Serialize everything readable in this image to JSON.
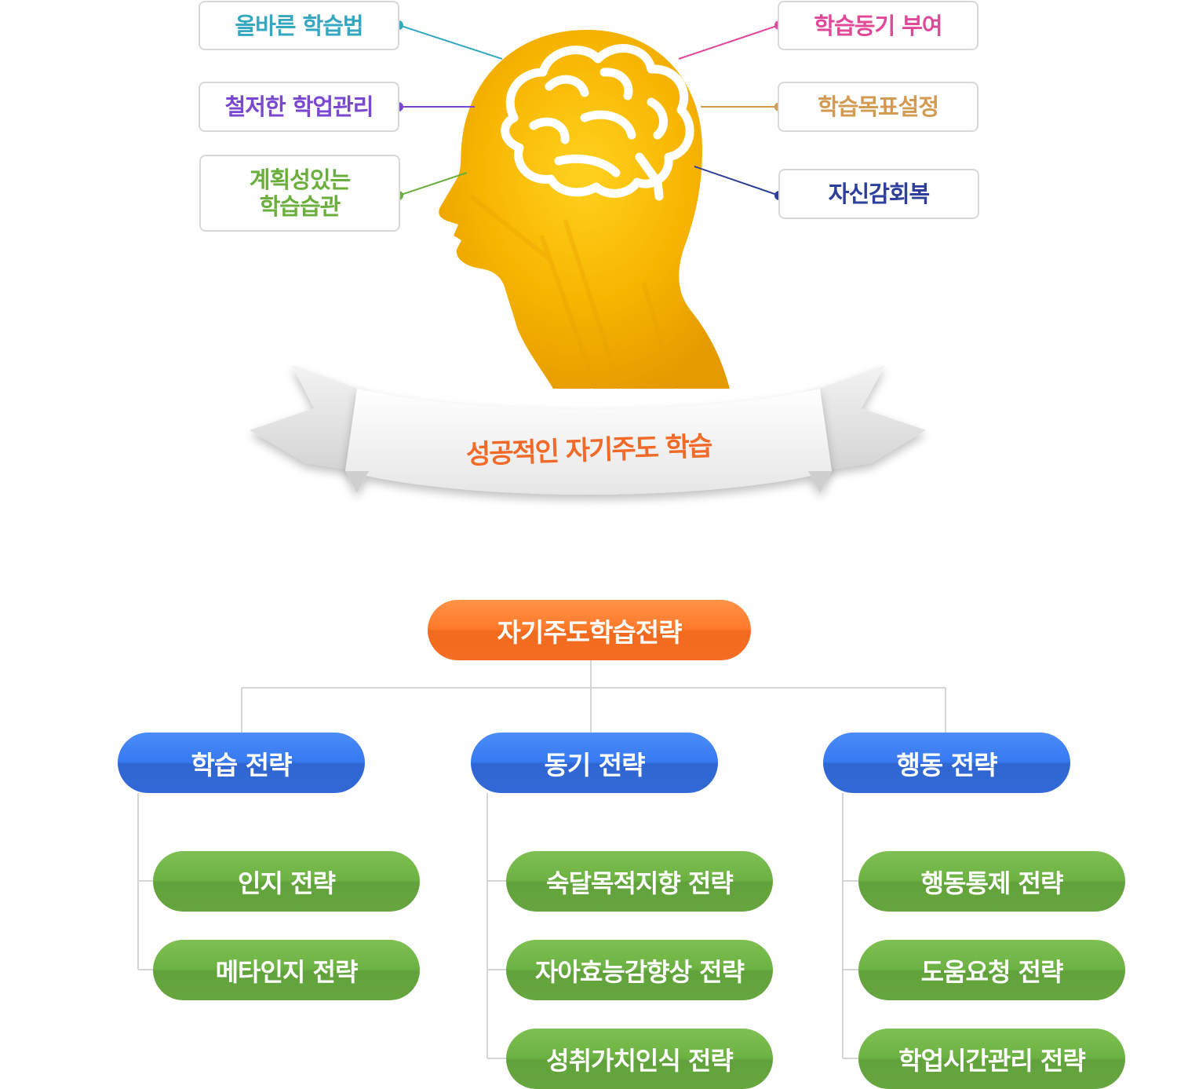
{
  "colors": {
    "teal": "#34a8c0",
    "purple": "#7a47cf",
    "green": "#6aae3b",
    "pink": "#e0489a",
    "tan": "#d39a52",
    "navy": "#2d3f9a",
    "orange_title": "#f26a28",
    "head_yellow": "#f4b400"
  },
  "icons": {
    "head": "head-silhouette-icon",
    "brain": "brain-icon",
    "ribbon": "ribbon-banner-icon"
  },
  "factors": {
    "left": [
      {
        "label": "올바른 학습법",
        "color": "#34a8c0"
      },
      {
        "label": "철저한 학업관리",
        "color": "#7a47cf"
      },
      {
        "label": "계획성있는\n학습습관",
        "color": "#6aae3b"
      }
    ],
    "right": [
      {
        "label": "학습동기 부여",
        "color": "#e0489a"
      },
      {
        "label": "학습목표설정",
        "color": "#d39a52"
      },
      {
        "label": "자신감회복",
        "color": "#2d3f9a"
      }
    ]
  },
  "banner": {
    "title": "성공적인 자기주도 학습"
  },
  "tree": {
    "root": "자기주도학습전략",
    "categories": [
      {
        "label": "학습 전략",
        "items": [
          "인지 전략",
          "메타인지 전략"
        ]
      },
      {
        "label": "동기 전략",
        "items": [
          "숙달목적지향 전략",
          "자아효능감향상 전략",
          "성취가치인식 전략"
        ]
      },
      {
        "label": "행동 전략",
        "items": [
          "행동통제 전략",
          "도움요청 전략",
          "학업시간관리 전략"
        ]
      }
    ]
  }
}
